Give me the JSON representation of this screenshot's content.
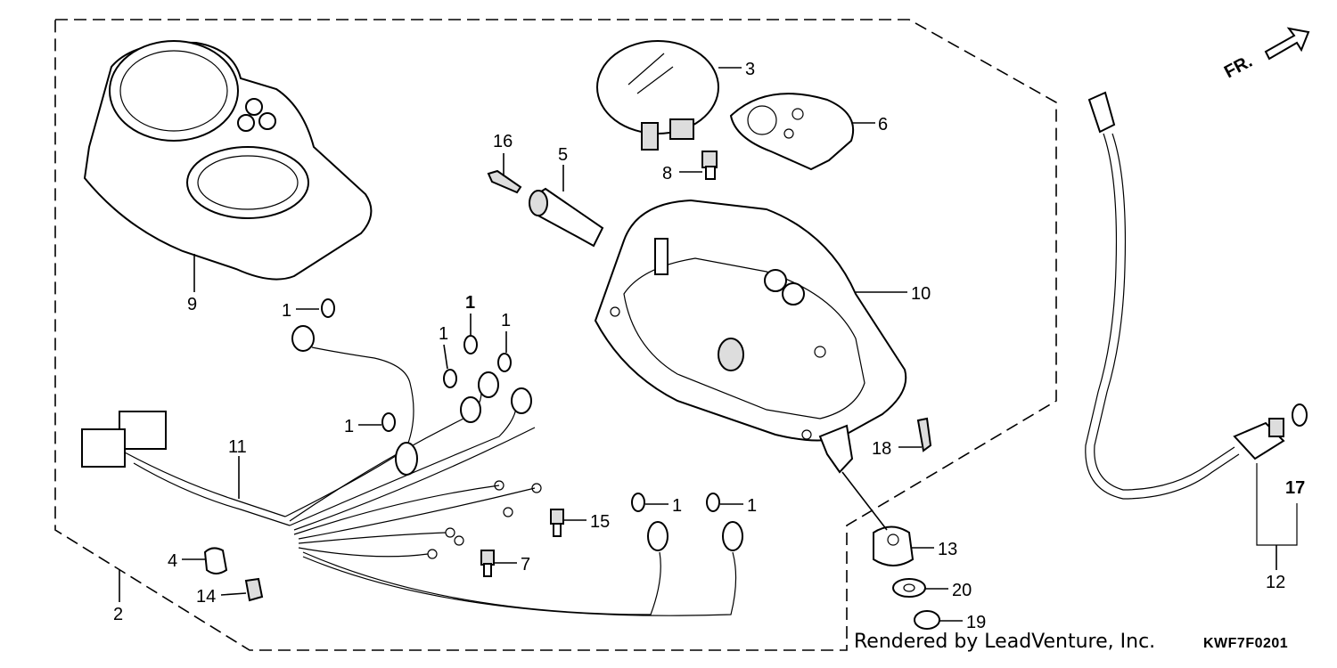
{
  "callouts": {
    "c1a": "1",
    "c1b": "1",
    "c1c": "1",
    "c1d": "1",
    "c1e": "1",
    "c1f": "1",
    "c1g": "1",
    "c2": "2",
    "c3": "3",
    "c4": "4",
    "c5": "5",
    "c6": "6",
    "c7": "7",
    "c8": "8",
    "c9": "9",
    "c10": "10",
    "c11": "11",
    "c12": "12",
    "c13": "13",
    "c14": "14",
    "c15": "15",
    "c16": "16",
    "c17": "17",
    "c18": "18",
    "c19": "19",
    "c20": "20"
  },
  "direction_label": "FR.",
  "credit": "Rendered by LeadVenture, Inc.",
  "diagram_code": "KWF7F0201"
}
